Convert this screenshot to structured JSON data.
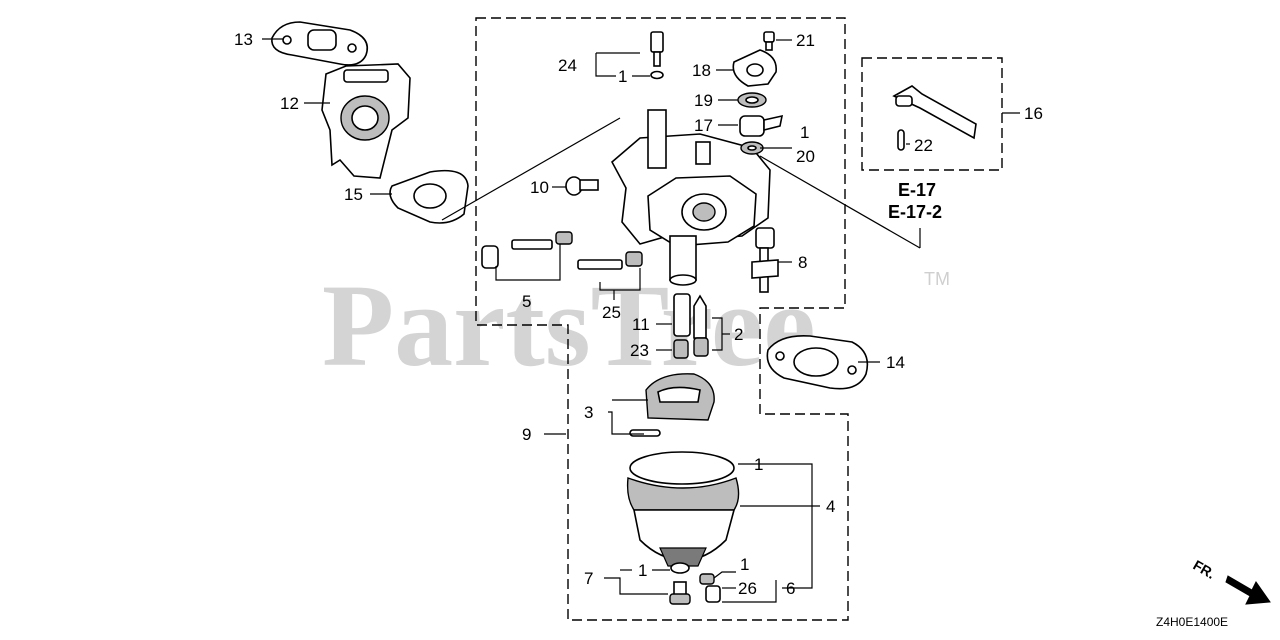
{
  "watermark": "PartsTree",
  "trademark": "TM",
  "drawing_code": "Z4H0E1400E",
  "direction_marker": "FR.",
  "reference_labels": [
    "E-17",
    "E-17-2"
  ],
  "callouts": [
    "13",
    "12",
    "15",
    "10",
    "5",
    "24",
    "1",
    "18",
    "21",
    "19",
    "17",
    "1",
    "20",
    "25",
    "11",
    "23",
    "2",
    "8",
    "14",
    "3",
    "9",
    "1",
    "4",
    "7",
    "1",
    "1",
    "26",
    "6",
    "16",
    "22"
  ]
}
